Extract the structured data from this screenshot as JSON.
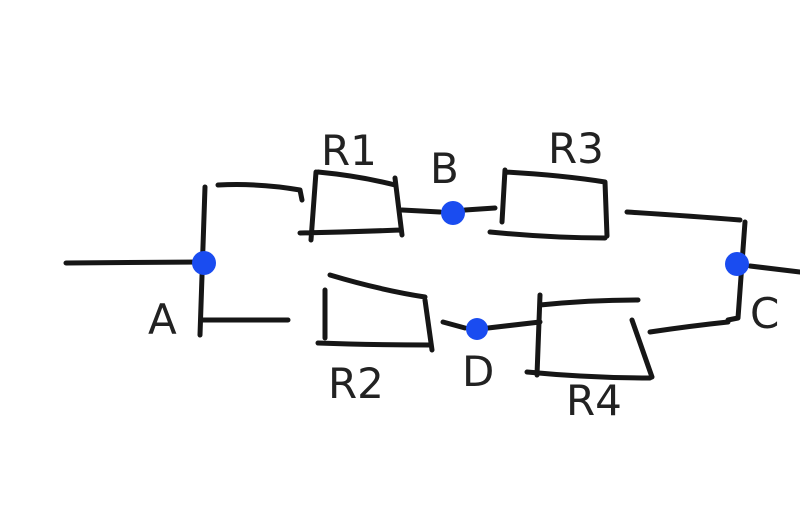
{
  "diagram": {
    "type": "resistor-network",
    "node_color": "#1a4cf0",
    "nodes": [
      {
        "id": "A",
        "label": "A"
      },
      {
        "id": "B",
        "label": "B"
      },
      {
        "id": "C",
        "label": "C"
      },
      {
        "id": "D",
        "label": "D"
      }
    ],
    "resistors": [
      {
        "label": "R1",
        "from": "A",
        "to": "B"
      },
      {
        "label": "R3",
        "from": "B",
        "to": "C"
      },
      {
        "label": "R2",
        "from": "A",
        "to": "D"
      },
      {
        "label": "R4",
        "from": "D",
        "to": "C"
      }
    ]
  }
}
